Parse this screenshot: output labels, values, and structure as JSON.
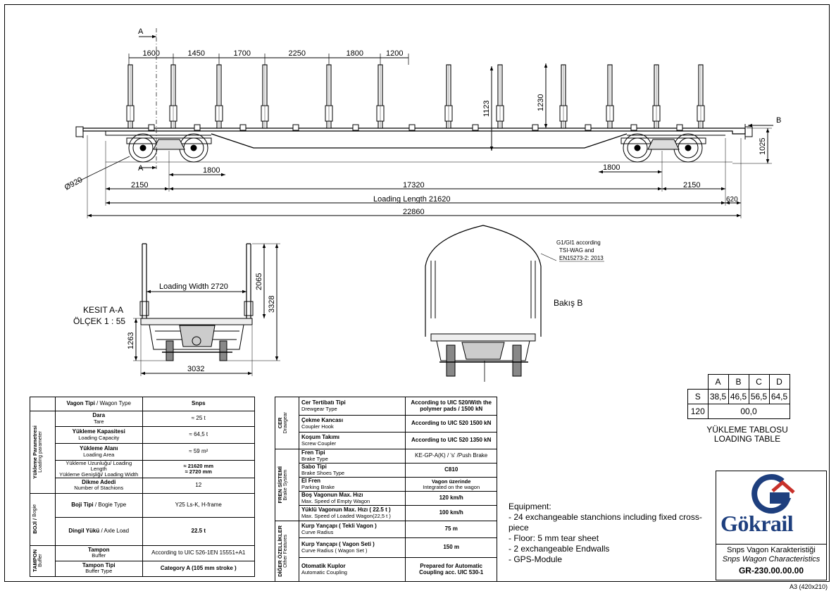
{
  "drawing": {
    "section_mark": "A",
    "view_mark": "B",
    "top_dims": [
      "1600",
      "1450",
      "1700",
      "2250",
      "1800",
      "1200"
    ],
    "height_1123": "1123",
    "height_1230": "1230",
    "height_1025": "1025",
    "wheel_dia": "Ø920",
    "bogie_spacing_l": "1800",
    "bogie_spacing_r": "1800",
    "bogie_pivot": "17320",
    "overhang_l": "2150",
    "overhang_r": "2150",
    "loading_length": "Loading Length 21620",
    "end_620": "620",
    "overall_length": "22860"
  },
  "section": {
    "title_1": "KESIT A-A",
    "title_2": "ÖLÇEK 1 : 55",
    "loading_width": "Loading Width 2720",
    "h_2065": "2065",
    "h_3328": "3328",
    "h_1263": "1263",
    "w_3032": "3032"
  },
  "view_b": {
    "title": "Bakış B",
    "gauge_note_1": "G1/GI1 according",
    "gauge_note_2": "TSI-WAG and",
    "gauge_note_3": "EN15273-2: 2013"
  },
  "spec_left": {
    "header": {
      "tr": "Vagon Tipi",
      "en": "Wagon Type",
      "val": "Snps"
    },
    "groups": [
      {
        "tr": "Yükleme Parametresi",
        "en": "Loading parameter"
      },
      {
        "tr": "BOJİ",
        "en": "Bogie"
      },
      {
        "tr": "TAMPON",
        "en": "Buffer"
      }
    ],
    "rows": [
      {
        "tr": "Dara",
        "en": "Tare",
        "val": "≈ 25 t"
      },
      {
        "tr": "Yükleme Kapasitesi",
        "en": "Loading Capacity",
        "val": "≈ 64,5 t"
      },
      {
        "tr": "Yükleme Alanı",
        "en": "Loading Area",
        "val": "≈ 59 m²"
      },
      {
        "tr": "Yükleme Uzunluğu/ Loading Length",
        "en": "Yükleme Genişliği/ Loading Width",
        "val": "≈ 21620 mm",
        "val2": "≈ 2720 mm"
      },
      {
        "tr": "Dikme Adedi",
        "en": "Number of Stachions",
        "val": "12"
      },
      {
        "tr": "Boji Tipi",
        "en": "Bogie Type",
        "val": "Y25 Ls-K, H-frame"
      },
      {
        "tr": "Dingil Yükü",
        "en": "Axle Load",
        "val": "22.5 t"
      },
      {
        "tr": "Tampon",
        "en": "Buffer",
        "val": "According to UIC 526-1EN 15551+A1"
      },
      {
        "tr": "Tampon Tipi",
        "en": "Buffer Type",
        "val": "Category A (105 mm stroke )"
      }
    ]
  },
  "spec_right": {
    "groups": [
      {
        "tr": "CER",
        "en": "Drawgear"
      },
      {
        "tr": "FREN SİSTEMİ",
        "en": "Brake System"
      },
      {
        "tr": "DİĞER ÖZELLİKLER",
        "en": "Other Features"
      }
    ],
    "rows": [
      {
        "tr": "Cer Tertibatı Tipi",
        "en": "Drewgear Type",
        "val": "According to UIC 520/With the polymer pads / 1500 kN"
      },
      {
        "tr": "Çekme Kancası",
        "en": "Coupler Hook",
        "val": "According to UIC 520 1500 kN"
      },
      {
        "tr": "Koşum Takımı",
        "en": "Screw Coupler",
        "val": "According to UIC 520 1350 kN"
      },
      {
        "tr": "Fren Tipi",
        "en": "Brake Type",
        "val": "KE-GP-A(K) / 's' /Push Brake"
      },
      {
        "tr": "Sabo Tipi",
        "en": "Brake Shoes Type",
        "val": "C810"
      },
      {
        "tr": "El Fren",
        "en": "Parking Brake",
        "val": "Vagon üzerinde",
        "val2": "Integrated on the wagon"
      },
      {
        "tr": "Boş Vagonun Max. Hızı",
        "en": "Max. Speed of Empty Wagon",
        "val": "120 km/h"
      },
      {
        "tr": "Yüklü Vagonun Max. Hızı ( 22.5 t )",
        "en": "Max. Speed of Loaded Wagon(22,5 t )",
        "val": "100 km/h"
      },
      {
        "tr": "Kurp Yançapı ( Tekli Vagon )",
        "en": "Curve Radius",
        "val": "75 m"
      },
      {
        "tr": "Kurp Yançapı ( Vagon Seti )",
        "en": "Curve Radius ( Wagon Set )",
        "val": "150 m"
      },
      {
        "tr": "Otomatik Kuplor",
        "en": "Automatic Coupling",
        "val": "Prepared for Automatic Coupling acc. UIC 530-1"
      }
    ]
  },
  "loading_table": {
    "cols": [
      "A",
      "B",
      "C",
      "D"
    ],
    "row1_label": "S",
    "row1": [
      "38,5",
      "46,5",
      "56,5",
      "64,5"
    ],
    "row2_label": "120",
    "row2_val": "00,0",
    "caption_1": "YÜKLEME TABLOSU",
    "caption_2": "LOADING TABLE"
  },
  "equipment": {
    "title": "Equipment:",
    "items": [
      "- 24 exchangeable stanchions including fixed cross-piece",
      "- Floor: 5 mm tear sheet",
      "- 2 exchangeable Endwalls",
      "- GPS-Module"
    ]
  },
  "title_block": {
    "brand": "Gökrail",
    "line_tr": "Snps Vagon Karakteristiği",
    "line_en": "Snps Wagon Characteristics",
    "drawing_no": "GR-230.00.00.00"
  },
  "paper_size": "A3 (420x210)",
  "colors": {
    "brand_blue": "#1e3f7e",
    "brand_red": "#c8312b"
  }
}
